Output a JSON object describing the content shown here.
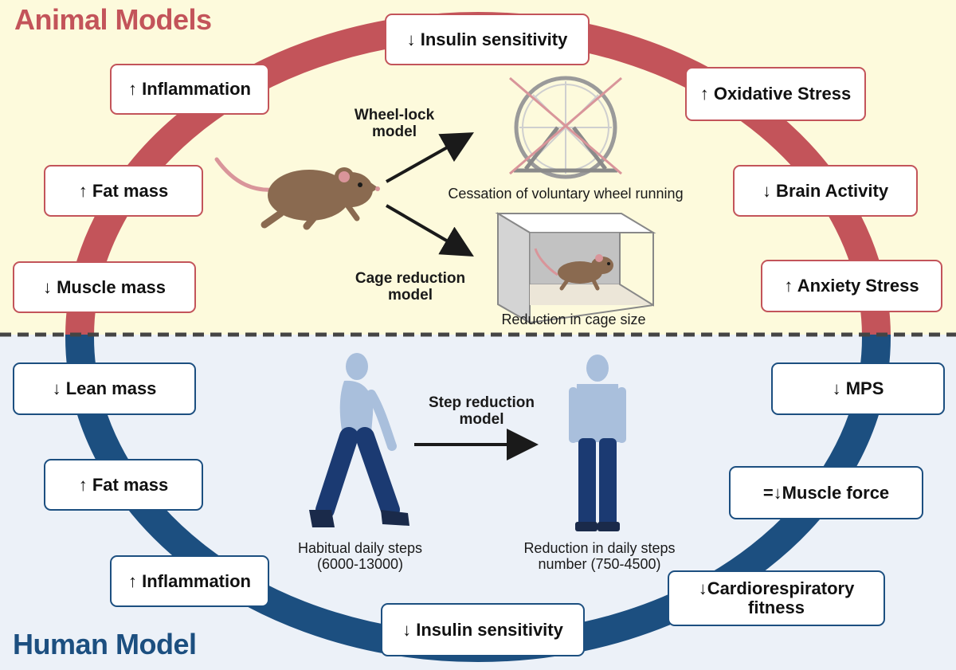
{
  "headings": {
    "animal": "Animal Models",
    "human": "Human Model"
  },
  "animal_effects": [
    "↓ Insulin sensitivity",
    "↑ Inflammation",
    "↑ Oxidative Stress",
    "↑ Fat mass",
    "↓ Brain Activity",
    "↓ Muscle mass",
    "↑ Anxiety Stress"
  ],
  "human_effects": [
    "↓ Lean mass",
    "↓ MPS",
    "↑ Fat mass",
    "=↓Muscle force",
    "↑ Inflammation",
    "↓Cardiorespiratory fitness",
    "↓ Insulin sensitivity"
  ],
  "models": {
    "wheel_lock": "Wheel-lock model",
    "cage_reduction": "Cage reduction model",
    "step_reduction": "Step reduction model"
  },
  "captions": {
    "wheel": "Cessation of voluntary wheel running",
    "cage": "Reduction in cage size",
    "habitual": "Habitual daily steps (6000-13000)",
    "reduced": "Reduction in daily steps number (750-4500)"
  },
  "colors": {
    "animal_ring": "#c3545a",
    "human_ring": "#1c4f80",
    "animal_bg": "#fdfadc",
    "human_bg": "#ecf1f8"
  },
  "icons": [
    "mouse-icon",
    "running-wheel-icon",
    "cross-out-icon",
    "cage-icon",
    "walking-person-icon",
    "standing-person-icon",
    "arrow-right-icon"
  ]
}
